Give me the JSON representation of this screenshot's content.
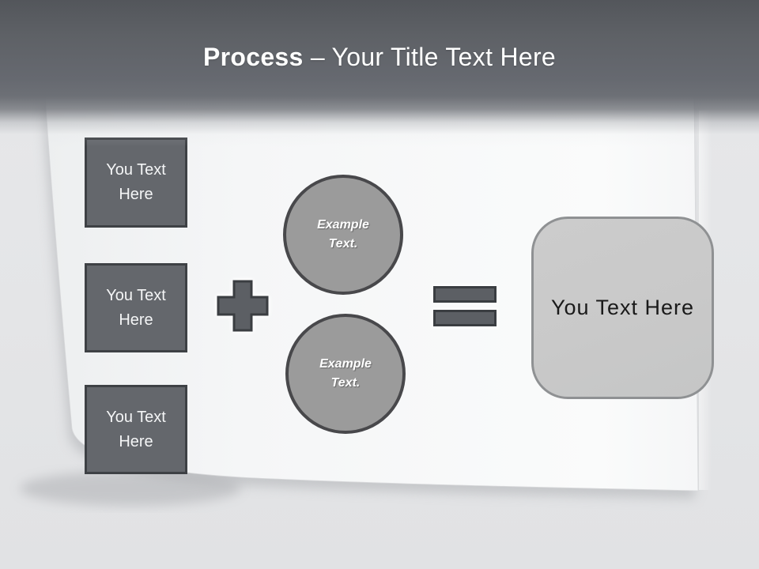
{
  "header": {
    "title_bold": "Process",
    "title_rest": " – Your Title Text Here"
  },
  "diagram": {
    "input_boxes": [
      {
        "label": "You Text Here"
      },
      {
        "label": "You Text Here"
      },
      {
        "label": "You Text Here"
      }
    ],
    "plus_icon": "plus-sign",
    "circles": [
      {
        "label": "Example Text."
      },
      {
        "label": "Example Text."
      }
    ],
    "equals_icon": "equals-sign",
    "result": {
      "label": "You Text Here"
    }
  },
  "colors": {
    "header_dark": "#5e6166",
    "title_text": "#ffffff",
    "box_fill": "#64676c",
    "box_border": "#3e4145",
    "circle_fill": "#9b9b9b",
    "circle_border": "#48484b",
    "operator_fill": "#5c5f64",
    "operator_border": "#3a3d41",
    "result_fill": "#c9c9c9",
    "result_border": "#8f9193",
    "paper": "#f7f8f9",
    "background": "#e4e5e7"
  }
}
